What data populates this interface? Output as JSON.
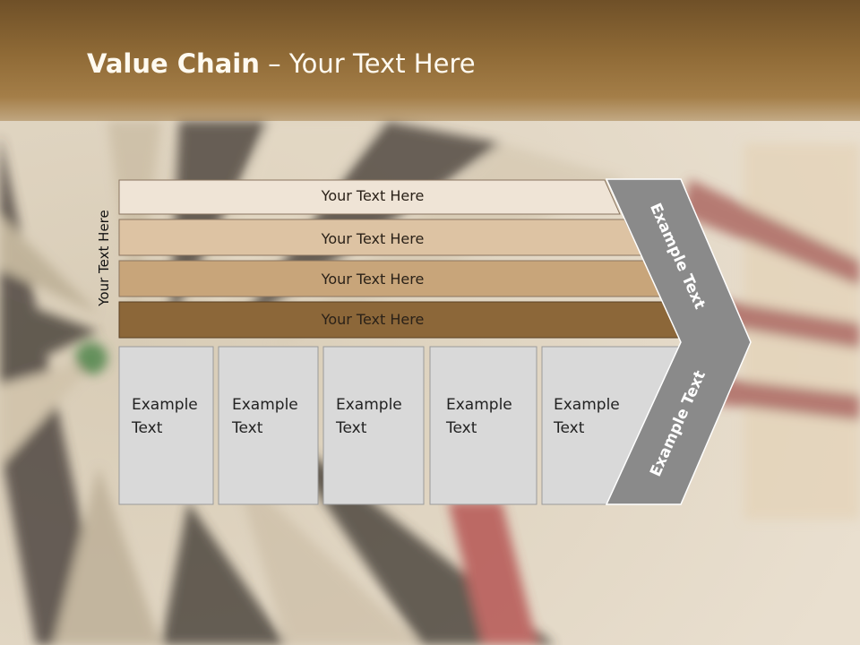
{
  "title": {
    "bold": "Value Chain",
    "rest": " – Your Text Here"
  },
  "side_label": "Your Text Here",
  "bars": [
    {
      "label": "Your Text Here",
      "color": "#efe4d6"
    },
    {
      "label": "Your Text Here",
      "color": "#ddc3a3"
    },
    {
      "label": "Your Text Here",
      "color": "#c8a57a"
    },
    {
      "label": "Your Text Here",
      "color": "#8c6739"
    }
  ],
  "boxes": [
    {
      "line1": "Example",
      "line2": "Text"
    },
    {
      "line1": "Example",
      "line2": "Text"
    },
    {
      "line1": "Example",
      "line2": "Text"
    },
    {
      "line1": "Example",
      "line2": "Text"
    },
    {
      "line1": "Example",
      "line2": "Text"
    }
  ],
  "chevron": {
    "top_label": "Example Text",
    "bottom_label": "Example Text",
    "color": "#8a8a8a"
  }
}
